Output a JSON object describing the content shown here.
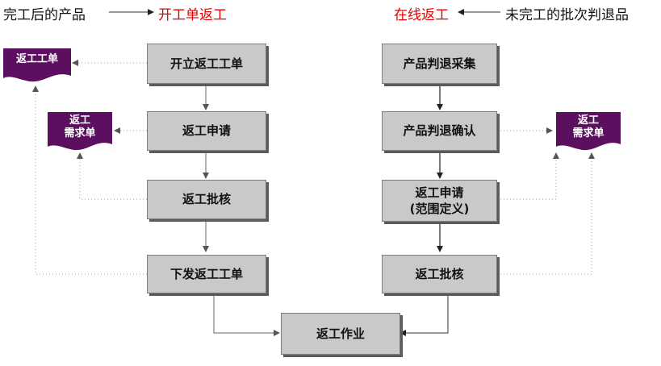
{
  "header": {
    "left_source": "完工后的产品",
    "left_target": "开工单返工",
    "right_target": "在线返工",
    "right_source": "未完工的批次判退品"
  },
  "colors": {
    "accent_red": "#e60000",
    "doc_purple": "#5b0f5e",
    "box_fill": "#c9c9c9"
  },
  "left_flow": {
    "steps": [
      "开立返工工单",
      "返工申请",
      "返工批核",
      "下发返工工单"
    ]
  },
  "right_flow": {
    "steps": [
      "产品判退采集",
      "产品判退确认",
      "返工申请\n(范围定义)",
      "返工批核"
    ]
  },
  "merge_step": "返工作业",
  "documents": {
    "rework_order": "返工工单",
    "rework_request_left": "返工\n需求单",
    "rework_request_right": "返工\n需求单"
  }
}
